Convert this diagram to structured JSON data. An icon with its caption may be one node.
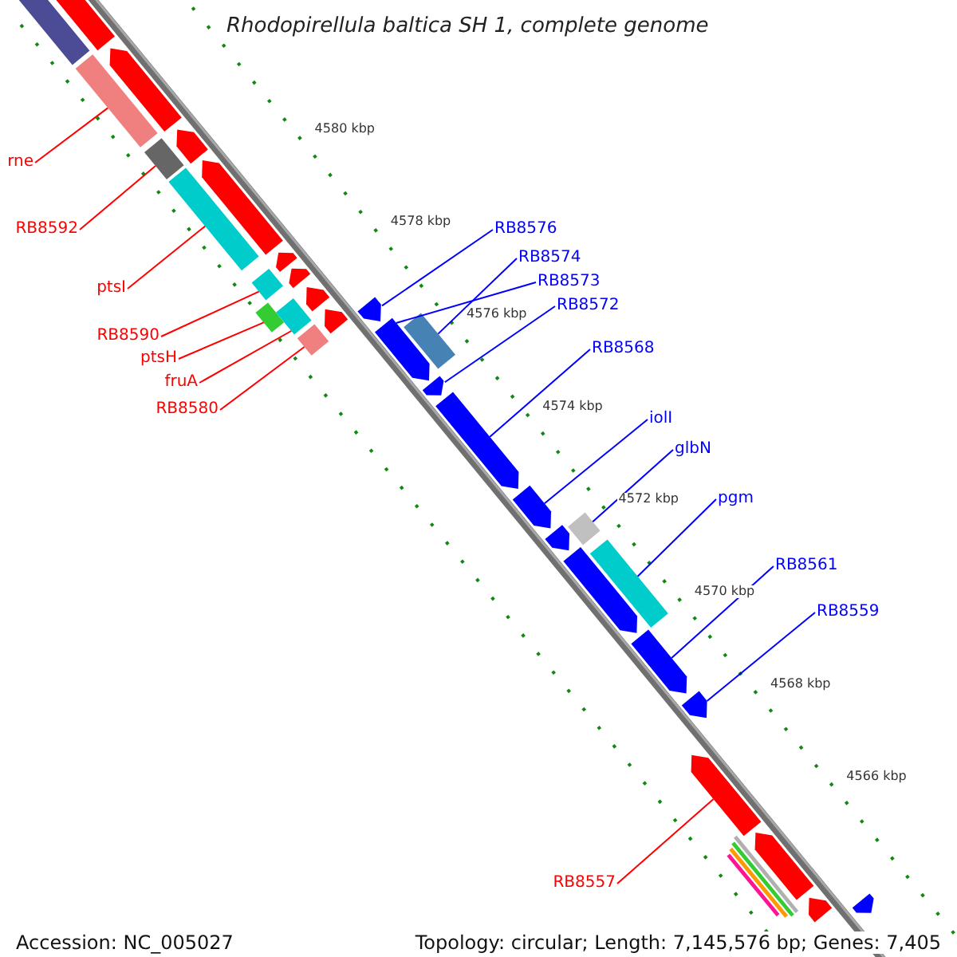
{
  "diagram": {
    "title": "Rhodopirellula baltica SH 1, complete genome",
    "nodes": [
      {
        "text": [
          "rne"
        ]
      },
      {
        "text": [
          "RB8592"
        ]
      },
      {
        "text": [
          "RB8576"
        ]
      },
      {
        "text": [
          "RB8574"
        ]
      },
      {
        "text": [
          "RB8573"
        ]
      },
      {
        "text": [
          "ptsI"
        ]
      },
      {
        "text": [
          "RB8572"
        ]
      },
      {
        "text": [
          "RB8590"
        ]
      },
      {
        "text": [
          "RB8568"
        ]
      },
      {
        "text": [
          "ptsH"
        ]
      },
      {
        "text": [
          "fruA"
        ]
      },
      {
        "text": [
          "RB8580"
        ]
      },
      {
        "text": [
          "iolI"
        ]
      },
      {
        "text": [
          "glbN"
        ]
      },
      {
        "text": [
          "pgm"
        ]
      },
      {
        "text": [
          "RB8561"
        ]
      },
      {
        "text": [
          "RB8559"
        ]
      },
      {
        "text": [
          "RB8557"
        ]
      },
      {
        "text": [],
        "shape": "bar"
      },
      {
        "text": [],
        "shape": "pentagon"
      },
      {
        "text": [],
        "shape": "bar"
      },
      {
        "text": [],
        "shape": "pentagon"
      },
      {
        "text": [],
        "shape": "bar"
      },
      {
        "text": [],
        "shape": "pentagon"
      },
      {
        "text": [],
        "shape": "bar"
      },
      {
        "text": [],
        "shape": "pentagon"
      },
      {
        "text": [],
        "shape": "pentagon"
      },
      {
        "text": [],
        "shape": "bar"
      },
      {
        "text": [],
        "shape": "pentagon"
      },
      {
        "text": [],
        "shape": "bar"
      },
      {
        "text": [],
        "shape": "bar"
      },
      {
        "text": [],
        "shape": "pentagon"
      },
      {
        "text": [],
        "shape": "pentagon"
      },
      {
        "text": [],
        "shape": "bar"
      },
      {
        "text": [],
        "shape": "pentagon"
      },
      {
        "text": [],
        "shape": "pentagon"
      },
      {
        "text": [],
        "shape": "bar"
      },
      {
        "text": [],
        "shape": "pentagon"
      },
      {
        "text": [],
        "shape": "pentagon"
      },
      {
        "text": [],
        "shape": "pentagon"
      },
      {
        "text": [],
        "shape": "pentagon"
      },
      {
        "text": [],
        "shape": "bar"
      },
      {
        "text": [],
        "shape": "pentagon"
      },
      {
        "text": [],
        "shape": "bar"
      },
      {
        "text": [],
        "shape": "pentagon"
      },
      {
        "text": [],
        "shape": "pentagon"
      },
      {
        "text": [],
        "shape": "pentagon"
      },
      {
        "text": [],
        "shape": "bar"
      },
      {
        "text": [],
        "shape": "bar"
      },
      {
        "text": [],
        "shape": "bar"
      },
      {
        "text": [],
        "shape": "bar"
      },
      {
        "text": [],
        "shape": "pentagon"
      },
      {
        "text": [],
        "shape": "pentagon"
      },
      {
        "text": [],
        "shape": "pentagon"
      }
    ],
    "edges": [
      {
        "from": 0,
        "to": 20,
        "arrow": "none",
        "color": "#ff0000"
      },
      {
        "from": 1,
        "to": 22,
        "arrow": "none",
        "color": "#ff0000"
      },
      {
        "from": 2,
        "to": 34,
        "arrow": "none"
      },
      {
        "from": 3,
        "to": 36,
        "arrow": "none"
      },
      {
        "from": 4,
        "to": 35,
        "arrow": "none"
      },
      {
        "from": 5,
        "to": 24,
        "arrow": "none",
        "color": "#ff0000"
      },
      {
        "from": 6,
        "to": 37,
        "arrow": "none"
      },
      {
        "from": 7,
        "to": 27,
        "arrow": "none",
        "color": "#ff0000"
      },
      {
        "from": 8,
        "to": 38,
        "arrow": "none"
      },
      {
        "from": 9,
        "to": 29,
        "arrow": "none",
        "color": "#ff0000"
      },
      {
        "from": 10,
        "to": 30,
        "arrow": "none",
        "color": "#ff0000"
      },
      {
        "from": 11,
        "to": 33,
        "arrow": "none",
        "color": "#ff0000"
      },
      {
        "from": 12,
        "to": 39,
        "arrow": "none"
      },
      {
        "from": 13,
        "to": 41,
        "arrow": "none"
      },
      {
        "from": 14,
        "to": 43,
        "arrow": "none"
      },
      {
        "from": 15,
        "to": 44,
        "arrow": "none"
      },
      {
        "from": 16,
        "to": 45,
        "arrow": "none"
      },
      {
        "from": 17,
        "to": 46,
        "arrow": "none",
        "color": "#ff0000"
      }
    ],
    "labels": [
      "4580 kbp",
      "4578 kbp",
      "4576 kbp",
      "4574 kbp",
      "4572 kbp",
      "4570 kbp",
      "4568 kbp",
      "4566 kbp",
      "Accession: NC_005027",
      "Topology: circular; Length: 7,145,576 bp; Genes: 7,405"
    ]
  }
}
